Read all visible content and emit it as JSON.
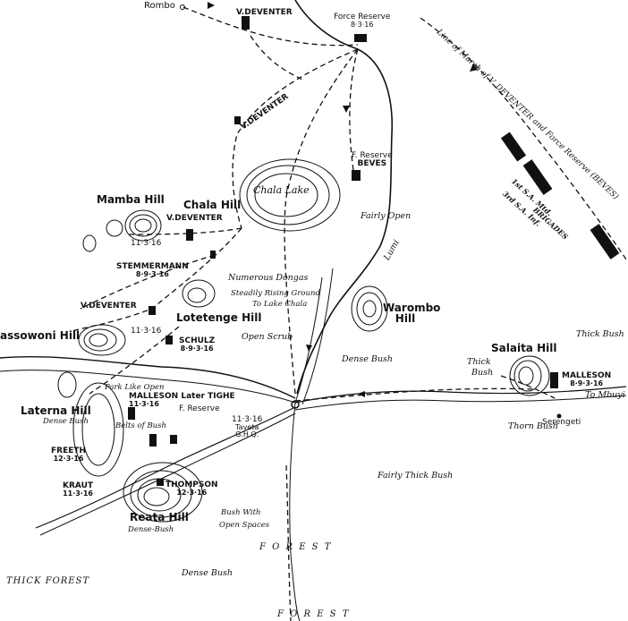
{
  "places": {
    "rombo": "Rombo",
    "chala_lake": "Chala Lake",
    "mamba_hill": "Mamba Hill",
    "chala_hill": "Chala Hill",
    "warombo_hill": "Warombo Hill",
    "assowoni_hill": "assowoni Hill",
    "lotetenge_hill": "Lotetenge Hill",
    "laterna_hill": "Laterna Hill",
    "reata_hill": "Reata Hill",
    "salaita_hill": "Salaita Hill",
    "serengeti": "Serengeti",
    "to_mbuyi": "To Mbuyi",
    "lumi": "Lumi",
    "taveta": "Taveta",
    "ghq": "G.H.Q."
  },
  "units": {
    "v_deventer_top": "V.DEVENTER",
    "force_reserve": "Force Reserve",
    "force_reserve_date": "8·3·16",
    "v_deventer_mid": "V.DEVENTER",
    "f_reserve_beves": "F. Reserve",
    "beves": "BEVES",
    "v_deventer_chala": "V.DEVENTER",
    "date_11_3_16_a": "11·3·16",
    "stemmermann": "STEMMERMANN",
    "stemmermann_date": "8·9·3·16",
    "v_deventer_west": "V.DEVENTER",
    "date_11_3_16_b": "11·3·16",
    "schulz": "SCHULZ",
    "schulz_date": "8·9·3·16",
    "malleson_tighe": "MALLESON Later TIGHE",
    "malleson_tighe_date": "11·3·16",
    "f_reserve_taveta": "F. Reserve",
    "taveta_date": "11·3·16",
    "freeth": "FREETH",
    "freeth_date": "12·3·16",
    "kraut": "KRAUT",
    "kraut_date": "11·3·16",
    "thompson": "THOMPSON",
    "thompson_date": "12·3·16",
    "malleson_east": "MALLESON",
    "malleson_east_date": "8·9·3·16"
  },
  "terrain": {
    "fairly_open": "Fairly  Open",
    "numerous_dongas": "Numerous Dongas",
    "steadily_rising": "Steadily Rising Ground",
    "to_lake_chala": "To Lake Chala",
    "open_scrub": "Open Scrub",
    "dense_bush_center": "Dense Bush",
    "thick_bush_east": "Thick Bush",
    "thick_bush_small": "Thick",
    "bush_small": "Bush",
    "thorn_bush": "Thorn Bush",
    "park_like_open": "Park Like Open",
    "dense_bush_west": "Dense Bush",
    "belts_of_bush": "Belts of Bush",
    "dense_bush_reata": "Dense-Bush",
    "bush_with": "Bush With",
    "open_spaces": "Open Spaces",
    "fairly_thick_bush": "Fairly  Thick  Bush",
    "dense_bush_south": "Dense  Bush",
    "forest_mid": "F O R E S T",
    "forest_bottom": "F O R E S T",
    "thick_forest": "THICK  FOREST"
  },
  "diagonal": {
    "line_of_march": "Line of March of V. DEVENTER and Force Reserve (BEVES)",
    "brigades_1": "1st S.A. Mtd.",
    "brigades_2": "3rd S.A. Inf.",
    "brigades_label": "BRIGADES"
  },
  "colors": {
    "ink": "#111111",
    "paper": "#ffffff"
  }
}
